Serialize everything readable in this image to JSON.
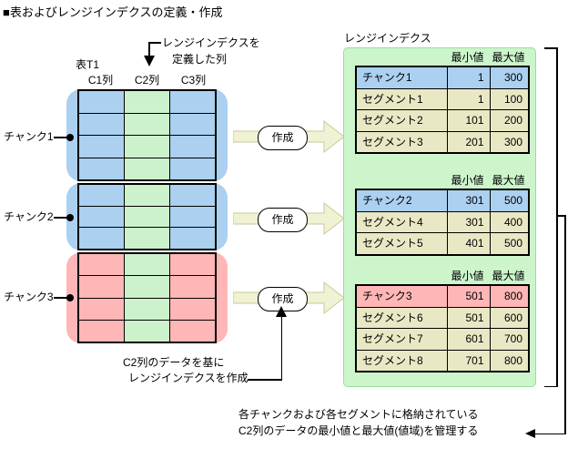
{
  "title": "■表およびレンジインデクスの定義・作成",
  "left_table": {
    "name": "表T1",
    "range_column_note": {
      "line1": "レンジインデクスを",
      "line2": "定義した列"
    },
    "column_headers": [
      "C1列",
      "C2列",
      "C3列"
    ],
    "indexed_column": "C2列",
    "chunks": [
      {
        "label": "チャンク1",
        "color": "blue",
        "rows": 4
      },
      {
        "label": "チャンク2",
        "color": "blue",
        "rows": 3
      },
      {
        "label": "チャンク3",
        "color": "pink",
        "rows": 4
      }
    ]
  },
  "create_label": "作成",
  "creation_note": {
    "line1": "C2列のデータを基に",
    "line2": "レンジインデクスを作成"
  },
  "range_index": {
    "label": "レンジインデクス",
    "column_headers": {
      "min": "最小値",
      "max": "最大値"
    },
    "tables": [
      {
        "rows": [
          {
            "name": "チャンク1",
            "min": "1",
            "max": "300",
            "type": "chunk-blue"
          },
          {
            "name": "セグメント1",
            "min": "1",
            "max": "100",
            "type": "seg"
          },
          {
            "name": "セグメント2",
            "min": "101",
            "max": "200",
            "type": "seg"
          },
          {
            "name": "セグメント3",
            "min": "201",
            "max": "300",
            "type": "seg"
          }
        ]
      },
      {
        "rows": [
          {
            "name": "チャンク2",
            "min": "301",
            "max": "500",
            "type": "chunk-blue"
          },
          {
            "name": "セグメント4",
            "min": "301",
            "max": "400",
            "type": "seg"
          },
          {
            "name": "セグメント5",
            "min": "401",
            "max": "500",
            "type": "seg"
          }
        ]
      },
      {
        "rows": [
          {
            "name": "チャンク3",
            "min": "501",
            "max": "800",
            "type": "chunk-pink"
          },
          {
            "name": "セグメント6",
            "min": "501",
            "max": "600",
            "type": "seg"
          },
          {
            "name": "セグメント7",
            "min": "601",
            "max": "700",
            "type": "seg"
          },
          {
            "name": "セグメント8",
            "min": "701",
            "max": "800",
            "type": "seg"
          }
        ]
      }
    ]
  },
  "footnote": {
    "line1": "各チャンクおよび各セグメントに格納されている",
    "line2": "C2列のデータの最小値と最大値(値域)を管理する"
  },
  "colors": {
    "chunk_blue": "#abd0f0",
    "chunk_pink": "#ffb6b6",
    "index_green": "#ccf2cc",
    "segment_beige": "#e9e8c5",
    "panel_green": "#ccf5cc",
    "arrow_cream": "#f1f1d4"
  }
}
